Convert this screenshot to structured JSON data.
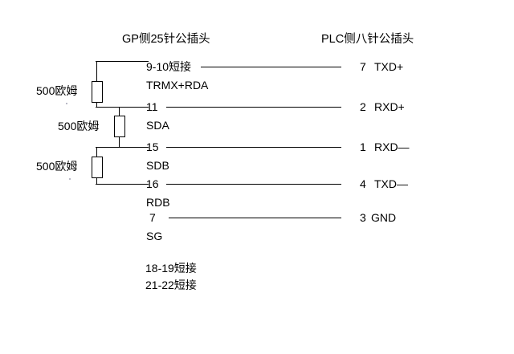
{
  "diagram": {
    "headers": {
      "left": "GP侧25针公插头",
      "right": "PLC侧八针公插头"
    },
    "resistors": [
      {
        "label": "500欧姆"
      },
      {
        "label": "500欧姆"
      },
      {
        "label": "500欧姆"
      }
    ],
    "connections": [
      {
        "left_pin": "9-10短接",
        "left_signal": "TRMX+RDA",
        "right_pin": "7",
        "right_signal": "TXD+"
      },
      {
        "left_pin": "11",
        "left_signal": "SDA",
        "right_pin": "2",
        "right_signal": "RXD+"
      },
      {
        "left_pin": "15",
        "left_signal": "SDB",
        "right_pin": "1",
        "right_signal": "RXD—"
      },
      {
        "left_pin": "16",
        "left_signal": "RDB",
        "right_pin": "4",
        "right_signal": "TXD—"
      },
      {
        "left_pin": "7",
        "left_signal": "SG",
        "right_pin": "3",
        "right_signal": "GND"
      }
    ],
    "notes": [
      "18-19短接",
      "21-22短接"
    ],
    "colors": {
      "wire": "#000000",
      "text": "#000000",
      "background": "#ffffff"
    }
  }
}
